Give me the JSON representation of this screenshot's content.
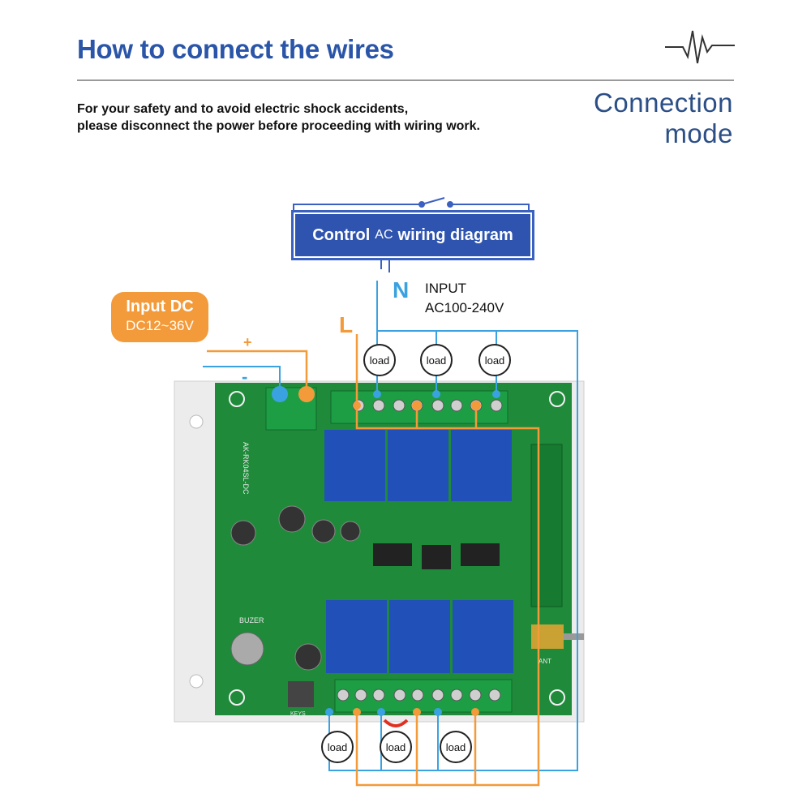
{
  "header": {
    "title": "How to connect the wires",
    "warning_line1": "For your safety and to avoid electric shock accidents,",
    "warning_line2": "please disconnect the power before proceeding with wiring work.",
    "mode_line1": "Connection",
    "mode_line2": "mode"
  },
  "diagram": {
    "control_label": "Control",
    "control_ac": "AC",
    "control_suffix": "wiring diagram",
    "input_dc_title": "Input DC",
    "input_dc_range": "DC12~36V",
    "neutral_label": "N",
    "line_label": "L",
    "input_label": "INPUT",
    "input_range": "AC100-240V",
    "plus_label": "+",
    "minus_label": "-",
    "load_label": "load",
    "board_model": "AK-RK04SL-DC",
    "board_text_buzzer": "BUZER",
    "board_text_keys": "KEYS",
    "board_text_ant": "ANT",
    "colors": {
      "title_blue": "#2a55a8",
      "neutral_blue": "#3aa2e0",
      "line_orange": "#f39a3a",
      "pcb_green": "#1f8a3a",
      "relay_blue": "#2050b8"
    }
  }
}
